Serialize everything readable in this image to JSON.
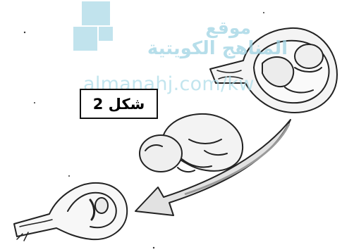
{
  "watermark": {
    "site_name_ar": "موقع",
    "site_title_ar": "المناهج الكويتية",
    "url": "almanahj.com/kw",
    "color": "#9ed3e3"
  },
  "figure": {
    "label": "شكل 2"
  },
  "colors": {
    "line": "#222222",
    "fill": "#f2f2f2",
    "arrow_fill": "#dcdcdc"
  }
}
